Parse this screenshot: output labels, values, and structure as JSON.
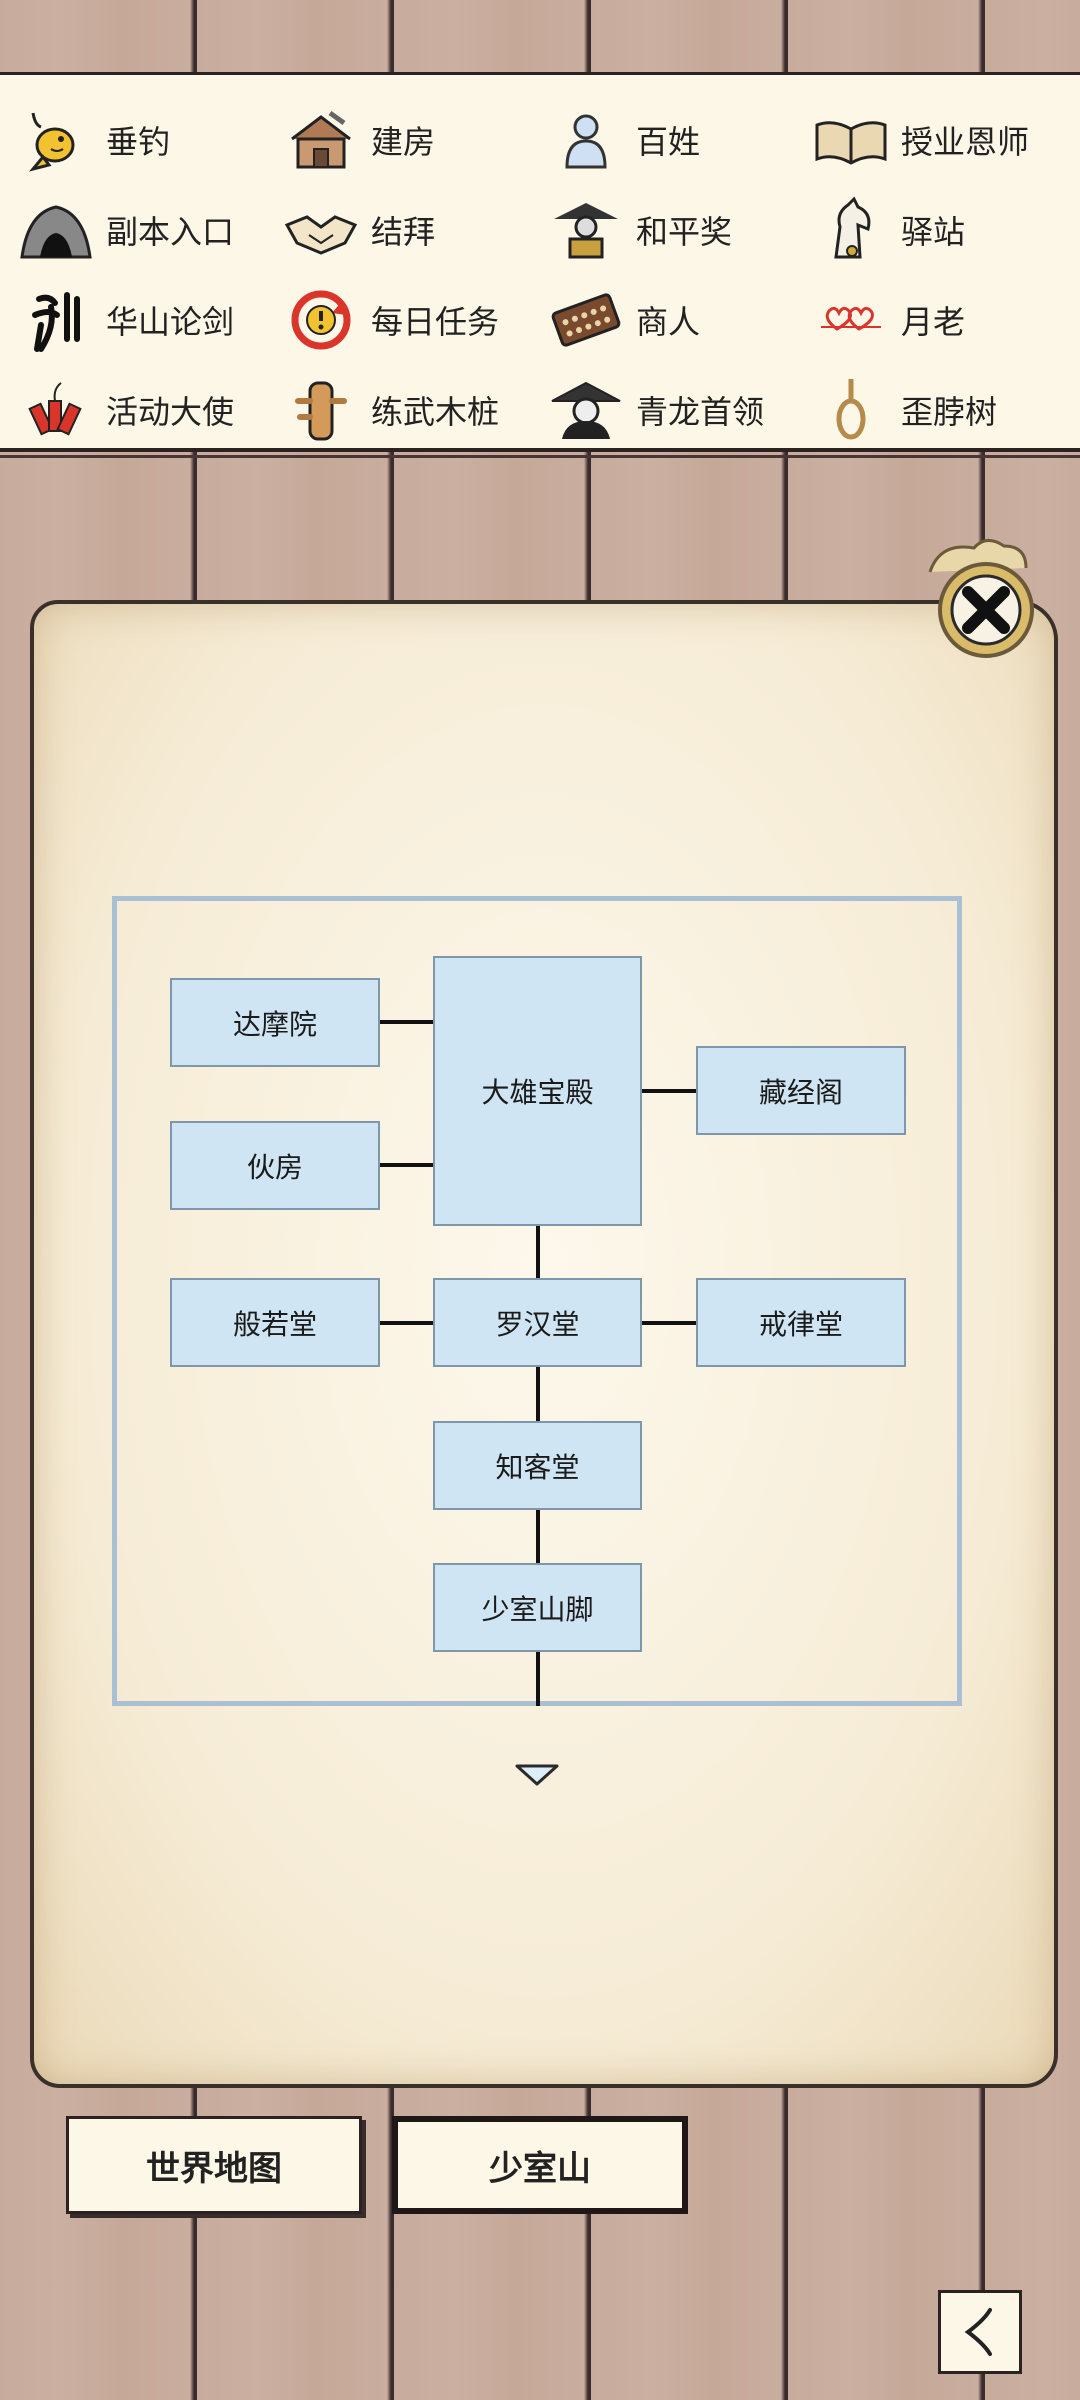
{
  "menu": {
    "items": [
      {
        "label": "垂钓",
        "icon": "fish-icon"
      },
      {
        "label": "建房",
        "icon": "house-building-icon"
      },
      {
        "label": "百姓",
        "icon": "person-icon"
      },
      {
        "label": "授业恩师",
        "icon": "open-book-icon"
      },
      {
        "label": "副本入口",
        "icon": "cave-entrance-icon"
      },
      {
        "label": "结拜",
        "icon": "handshake-icon"
      },
      {
        "label": "和平奖",
        "icon": "peace-award-icon"
      },
      {
        "label": "驿站",
        "icon": "horse-icon"
      },
      {
        "label": "华山论剑",
        "icon": "sword-calligraphy-icon"
      },
      {
        "label": "每日任务",
        "icon": "daily-task-icon"
      },
      {
        "label": "商人",
        "icon": "abacus-icon"
      },
      {
        "label": "月老",
        "icon": "hearts-icon"
      },
      {
        "label": "活动大使",
        "icon": "firecracker-icon"
      },
      {
        "label": "练武木桩",
        "icon": "wooden-dummy-icon"
      },
      {
        "label": "青龙首领",
        "icon": "masked-leader-icon"
      },
      {
        "label": "歪脖树",
        "icon": "noose-icon"
      }
    ]
  },
  "map": {
    "nodes": {
      "damoyuan": "达摩院",
      "daxiong": "大雄宝殿",
      "cangjing": "藏经阁",
      "huofang": "伙房",
      "boruo": "般若堂",
      "luohan": "罗汉堂",
      "jielv": "戒律堂",
      "zhike": "知客堂",
      "shaoshi_foot": "少室山脚"
    }
  },
  "bottom": {
    "world_map": "世界地图",
    "current_location": "少室山"
  },
  "colors": {
    "node_fill": "#cfe5f3",
    "frame_border": "#a9bfd4",
    "parchment": "#f6ecd6"
  }
}
